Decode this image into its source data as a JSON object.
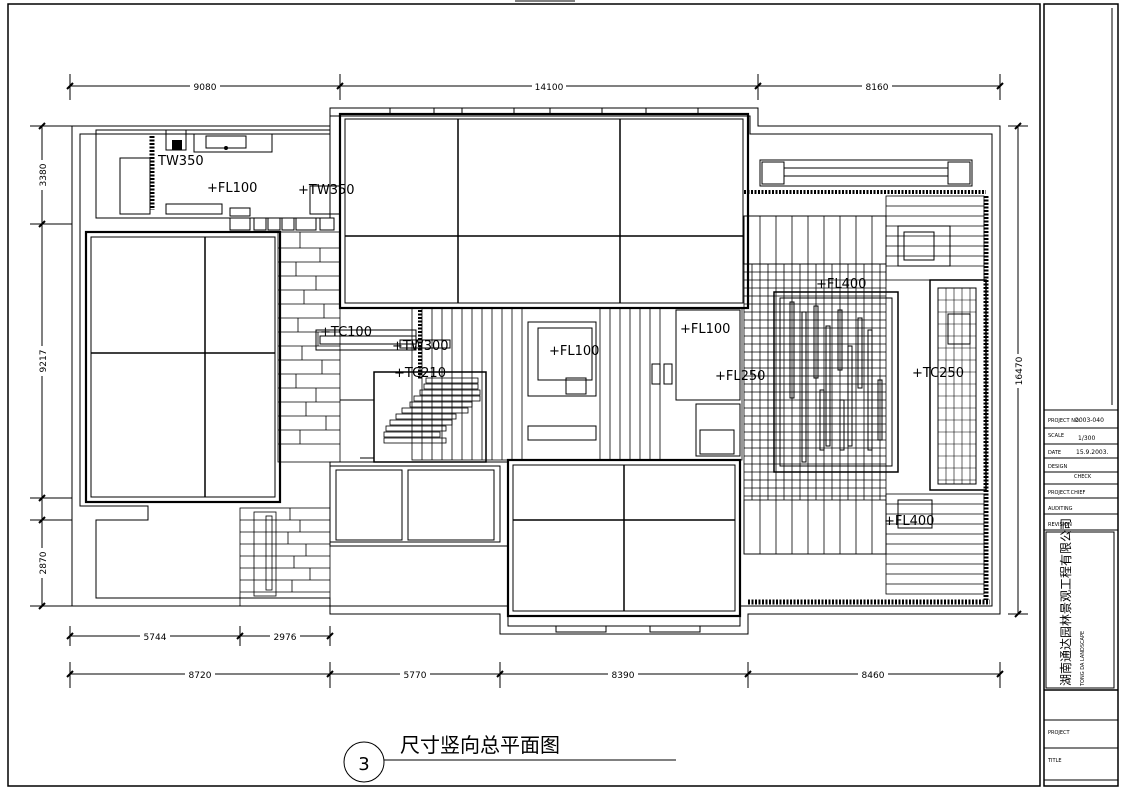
{
  "dimensions": {
    "top": [
      "9080",
      "14100",
      "8160"
    ],
    "bottom_inner": [
      "5744",
      "2976"
    ],
    "bottom_outer": [
      "8720",
      "5770",
      "8390",
      "8460"
    ],
    "left": [
      "3380",
      "9217",
      "2870"
    ],
    "right": [
      "16470"
    ]
  },
  "labels": {
    "tw350_a": "TW350",
    "fl100_a": "+FL100",
    "tw350_b": "+TW350",
    "fl400_a": "+FL400",
    "tc100": "+TC100",
    "tw300": "+TW300",
    "fl100_b": "+FL100",
    "fl100_c": "+FL100",
    "fl250": "+FL250",
    "tc250": "+TC250",
    "tc210": "+TC210",
    "fl400_b": "+FL400"
  },
  "drawing_title": {
    "number": "3",
    "text": "尺寸竖向总平面图"
  },
  "title_block": {
    "project_no_label": "PROJECT NO.",
    "project_no": "2003-040",
    "scale_label": "SCALE",
    "scale": "1/300",
    "date_label": "DATE",
    "date": "15.9.2003.",
    "design_label": "DESIGN",
    "check_label": "CHECK",
    "project_chief_label": "PROJECT.CHIEF",
    "audit_label": "AUDITING",
    "revision_label": "REVISION",
    "company": "湖南通达园林景观工程有限公司",
    "company_en": "TONG DA LANDSCAPE",
    "project_label": "PROJECT",
    "title_label": "TITLE"
  }
}
